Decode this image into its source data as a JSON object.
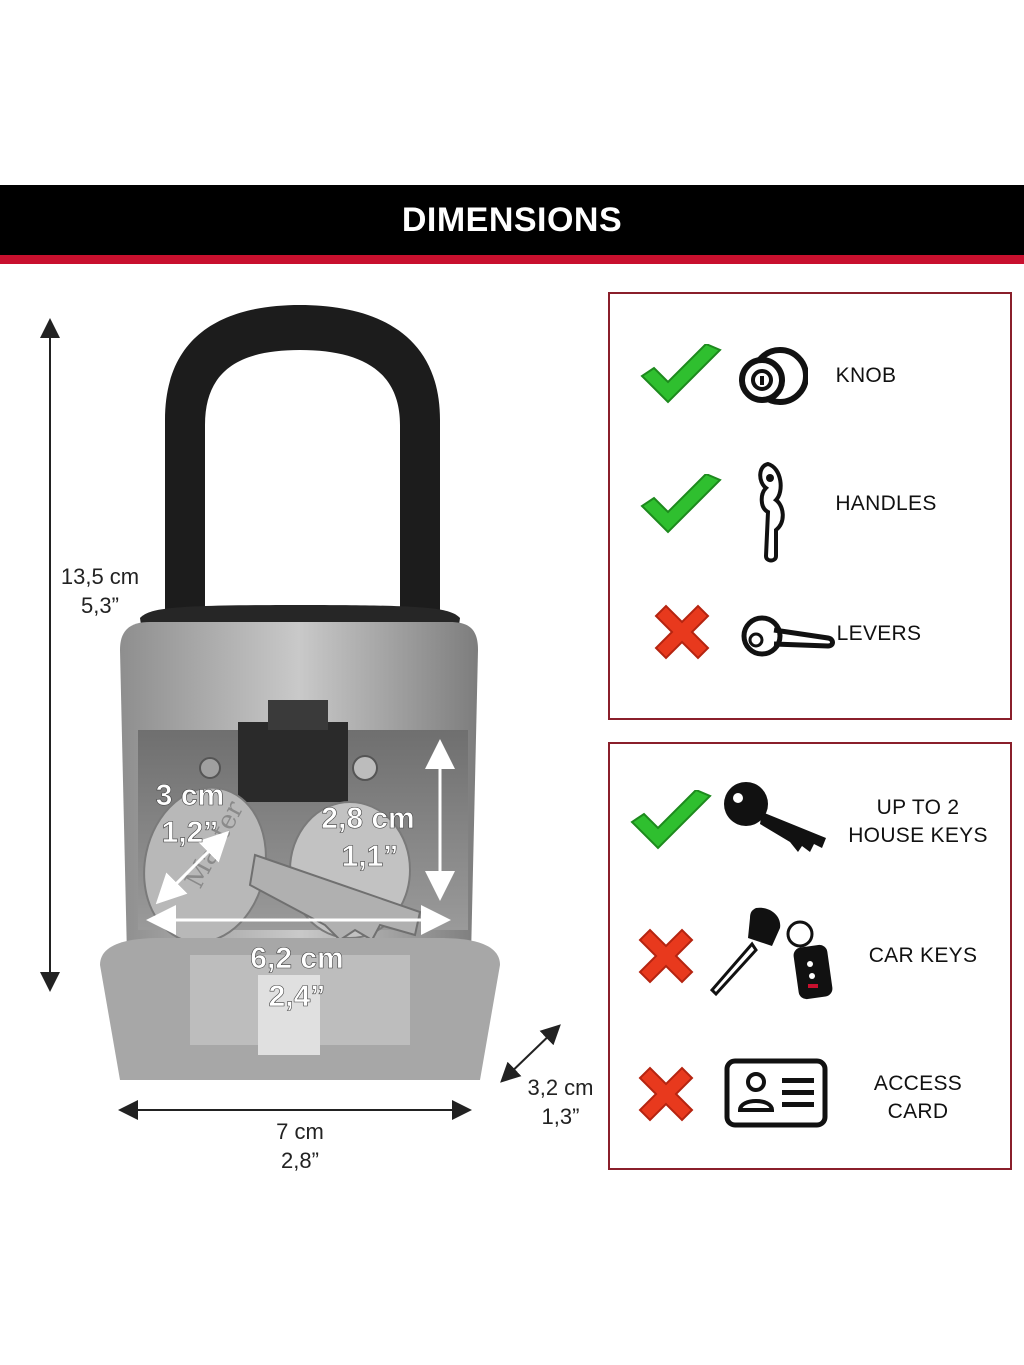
{
  "banner": {
    "title": "DIMENSIONS"
  },
  "product": {
    "height_cm": "13,5 cm",
    "height_in": "5,3”",
    "width_cm": "7 cm",
    "width_in": "2,8”",
    "depth_cm": "3,2 cm",
    "depth_in": "1,3”",
    "interior": {
      "a_cm": "3 cm",
      "a_in": "1,2”",
      "b_cm": "2,8 cm",
      "b_in": "1,1”",
      "c_cm": "6,2 cm",
      "c_in": "2,4”"
    },
    "key_brand": "Master"
  },
  "compat_doors": [
    {
      "status": "yes",
      "icon": "knob-icon",
      "label": "KNOB"
    },
    {
      "status": "yes",
      "icon": "handle-icon",
      "label": "HANDLES"
    },
    {
      "status": "no",
      "icon": "lever-icon",
      "label": "LEVERS"
    }
  ],
  "compat_items": [
    {
      "status": "yes",
      "icon": "house-key-icon",
      "line1": "UP TO 2",
      "line2": "HOUSE KEYS"
    },
    {
      "status": "no",
      "icon": "car-key-icon",
      "line1": "CAR KEYS",
      "line2": ""
    },
    {
      "status": "no",
      "icon": "access-card-icon",
      "line1": "ACCESS",
      "line2": "CARD"
    }
  ],
  "colors": {
    "accent": "#c8102e",
    "panel_border": "#8a1f2b",
    "check": "#2fbf2f",
    "cross": "#e8391d"
  }
}
